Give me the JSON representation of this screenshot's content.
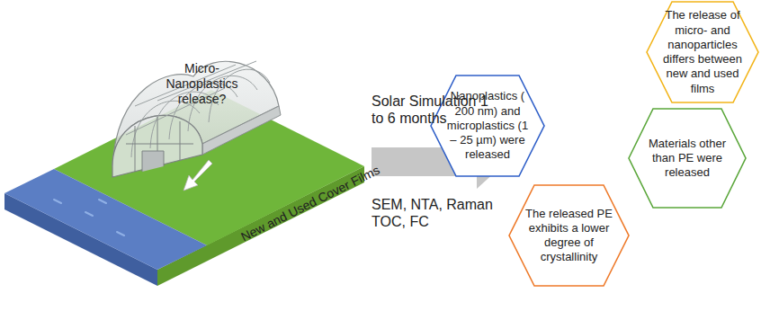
{
  "diagram": {
    "nodes": [
      {
        "text": [
          "Nanoplastics ( 200 nm) and microplastics (1 – 25 µm) were released"
        ]
      },
      {
        "text": [
          "The release of micro- and nanoparticles differs between new and used films"
        ]
      },
      {
        "text": [
          "Materials other than PE were released"
        ]
      },
      {
        "text": [
          "The released PE exhibits a lower degree of crystallinity"
        ]
      }
    ],
    "labels": [
      "Micro- Nanoplastics release?",
      "New and Used Cover Films",
      "Solar Simulation 1 to 6 months",
      "SEM, NTA, Raman TOC, FC"
    ]
  }
}
